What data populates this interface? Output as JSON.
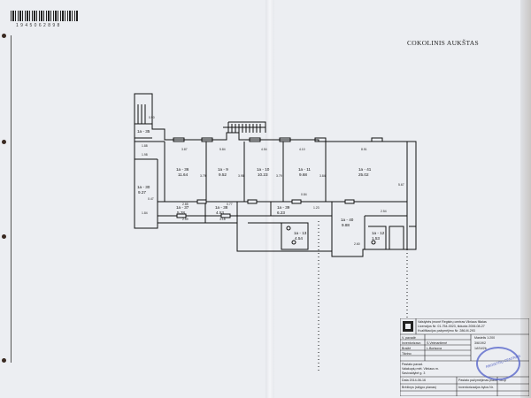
{
  "document": {
    "barcode_number": "1 9 4 5 0 6 2 8 9 8",
    "floor_title": "COKOLINIS AUKŠTAS",
    "rooms": [
      {
        "id": "1a - 35",
        "area": ""
      },
      {
        "id": "1a - 36",
        "area": "11.64"
      },
      {
        "id": "1a - 9",
        "area": "9.52"
      },
      {
        "id": "1a - 10",
        "area": "10.23"
      },
      {
        "id": "1a - 11",
        "area": "9.68"
      },
      {
        "id": "1a - 41",
        "area": "25.02"
      },
      {
        "id": "1a - 30",
        "area": "9.27"
      },
      {
        "id": "1a - 37",
        "area": "5.28"
      },
      {
        "id": "1a - 38",
        "area": "4.53"
      },
      {
        "id": "1a - 39",
        "area": "6.23"
      },
      {
        "id": "1a - 40",
        "area": "9.88"
      },
      {
        "id": "1a - 13",
        "area": "4.54"
      },
      {
        "id": "1a - 12",
        "area": "1.53"
      }
    ],
    "dimensions": [
      "3.87",
      "5.84",
      "4.54",
      "4.10",
      "8.51",
      "3.79",
      "3.95",
      "3.79",
      "3.84",
      "5.67",
      "2.54",
      "2.59",
      "3.18",
      "2.60",
      "0.77",
      "1.23",
      "0.84",
      "1.98",
      "1.88",
      "2.85",
      "1.84",
      "0.47",
      "0.90"
    ],
    "title_block": {
      "org_line1": "Valstybės įmonė Registrų centras  Vilniaus filialas",
      "org_line2": "Licencijos Nr. 01-754-0023, išduota 2006-08-27",
      "org_line3": "Kvalifikacijos pažymėjimo Nr. 286-M-293",
      "role1": "V. pavadė",
      "role2": "Inventorizavo",
      "role3": "Braižė",
      "role4": "Tikrino",
      "name1": "S.Veimantienė",
      "name2": "L.Borisova",
      "scale_label": "Mastelis 1:200",
      "object": "Pastato pavad.",
      "address_line1": "Valakupių mėt. Vilniaus m.",
      "address_line2": "Savivaldybė g. 3",
      "date_line": "Data 2014-06-16",
      "sheet_line": "Brėžinys (sklypo planas)",
      "plan_label": "Pastato pažymėjimas plane",
      "plan_value": "1b1p",
      "inv_label": "Inventorizacijos bylos Nr.",
      "code_value": "3/6/19/2",
      "code2_value": "1AS4/2b"
    },
    "stamp_text": "REGISTRŲ CENTRAS"
  }
}
